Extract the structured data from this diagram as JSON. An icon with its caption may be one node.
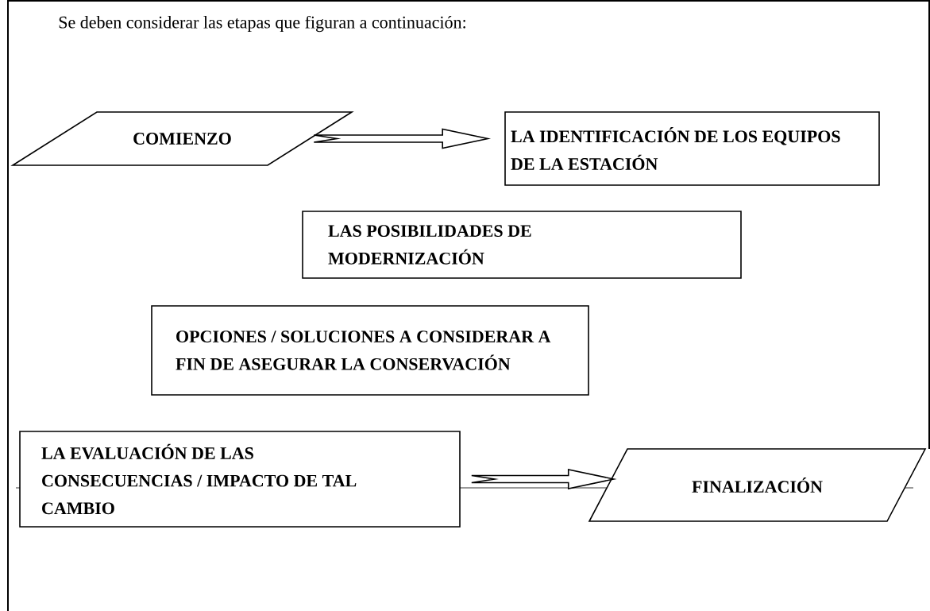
{
  "diagram": {
    "nodes": [
      {
        "text": [
          "COMIENZO"
        ]
      },
      {
        "text": [
          "LA IDENTIFICACIÓN DE LOS EQUIPOS DE LA ESTACIÓN"
        ]
      },
      {
        "text": [
          "LAS POSIBILIDADES DE MODERNIZACIÓN"
        ]
      },
      {
        "text": [
          "OPCIONES / SOLUCIONES A CONSIDERAR A FIN DE ASEGURAR LA CONSERVACIÓN"
        ]
      },
      {
        "text": [
          "LA EVALUACIÓN DE LAS CONSECUENCIAS / IMPACTO DE TAL CAMBIO"
        ]
      },
      {
        "text": [
          "FINALIZACIÓN"
        ]
      }
    ],
    "edges": [
      {
        "from": 0,
        "to": 1,
        "arrow": "to"
      },
      {
        "from": 4,
        "to": 5,
        "arrow": "to"
      }
    ],
    "labels": [
      "Se deben considerar las etapas que figuran a continuación:"
    ]
  }
}
